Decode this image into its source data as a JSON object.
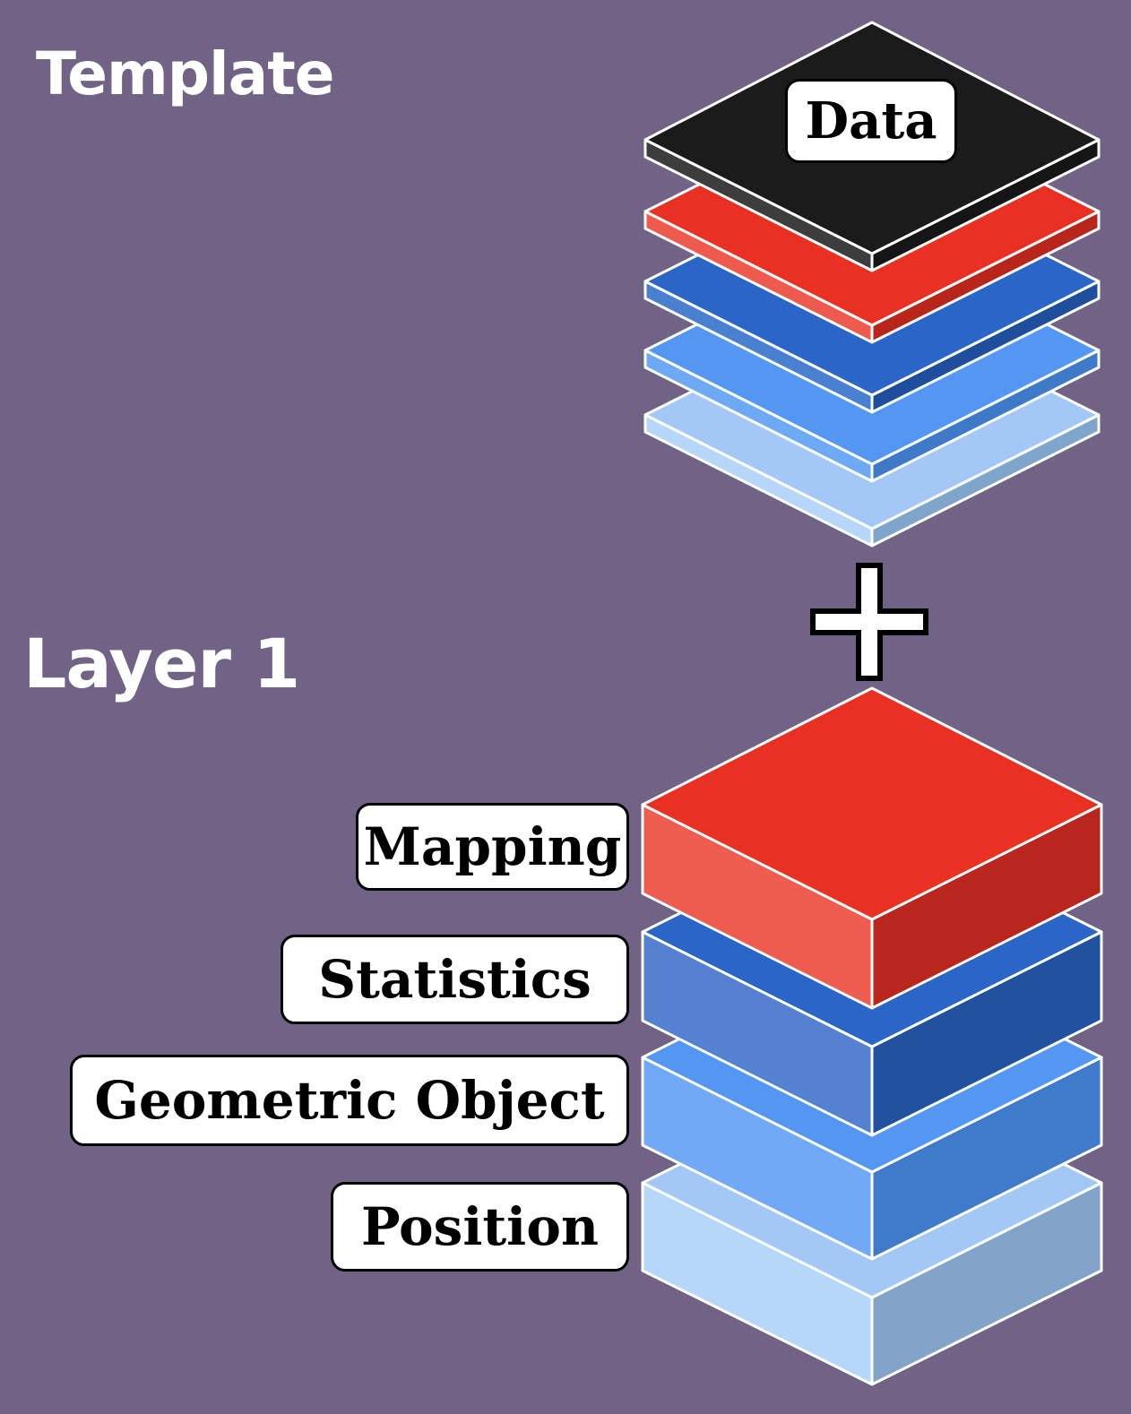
{
  "headings": {
    "template": "Template",
    "layer": "Layer 1"
  },
  "template_stack": {
    "top_label": "Data",
    "layer_colors": [
      "#1b1b1b",
      "#e83122",
      "#2b66c6",
      "#5497f3",
      "#a3c8f6"
    ]
  },
  "operator": {
    "symbol": "+",
    "icon": "plus-icon"
  },
  "layer_stack": {
    "labels": [
      "Mapping",
      "Statistics",
      "Geometric Object",
      "Position"
    ],
    "layer_colors": [
      "#e83122",
      "#2b66c6",
      "#5497f3",
      "#a3c8f6"
    ]
  },
  "colors": {
    "background": "#716386",
    "outline": "#ffffff"
  }
}
